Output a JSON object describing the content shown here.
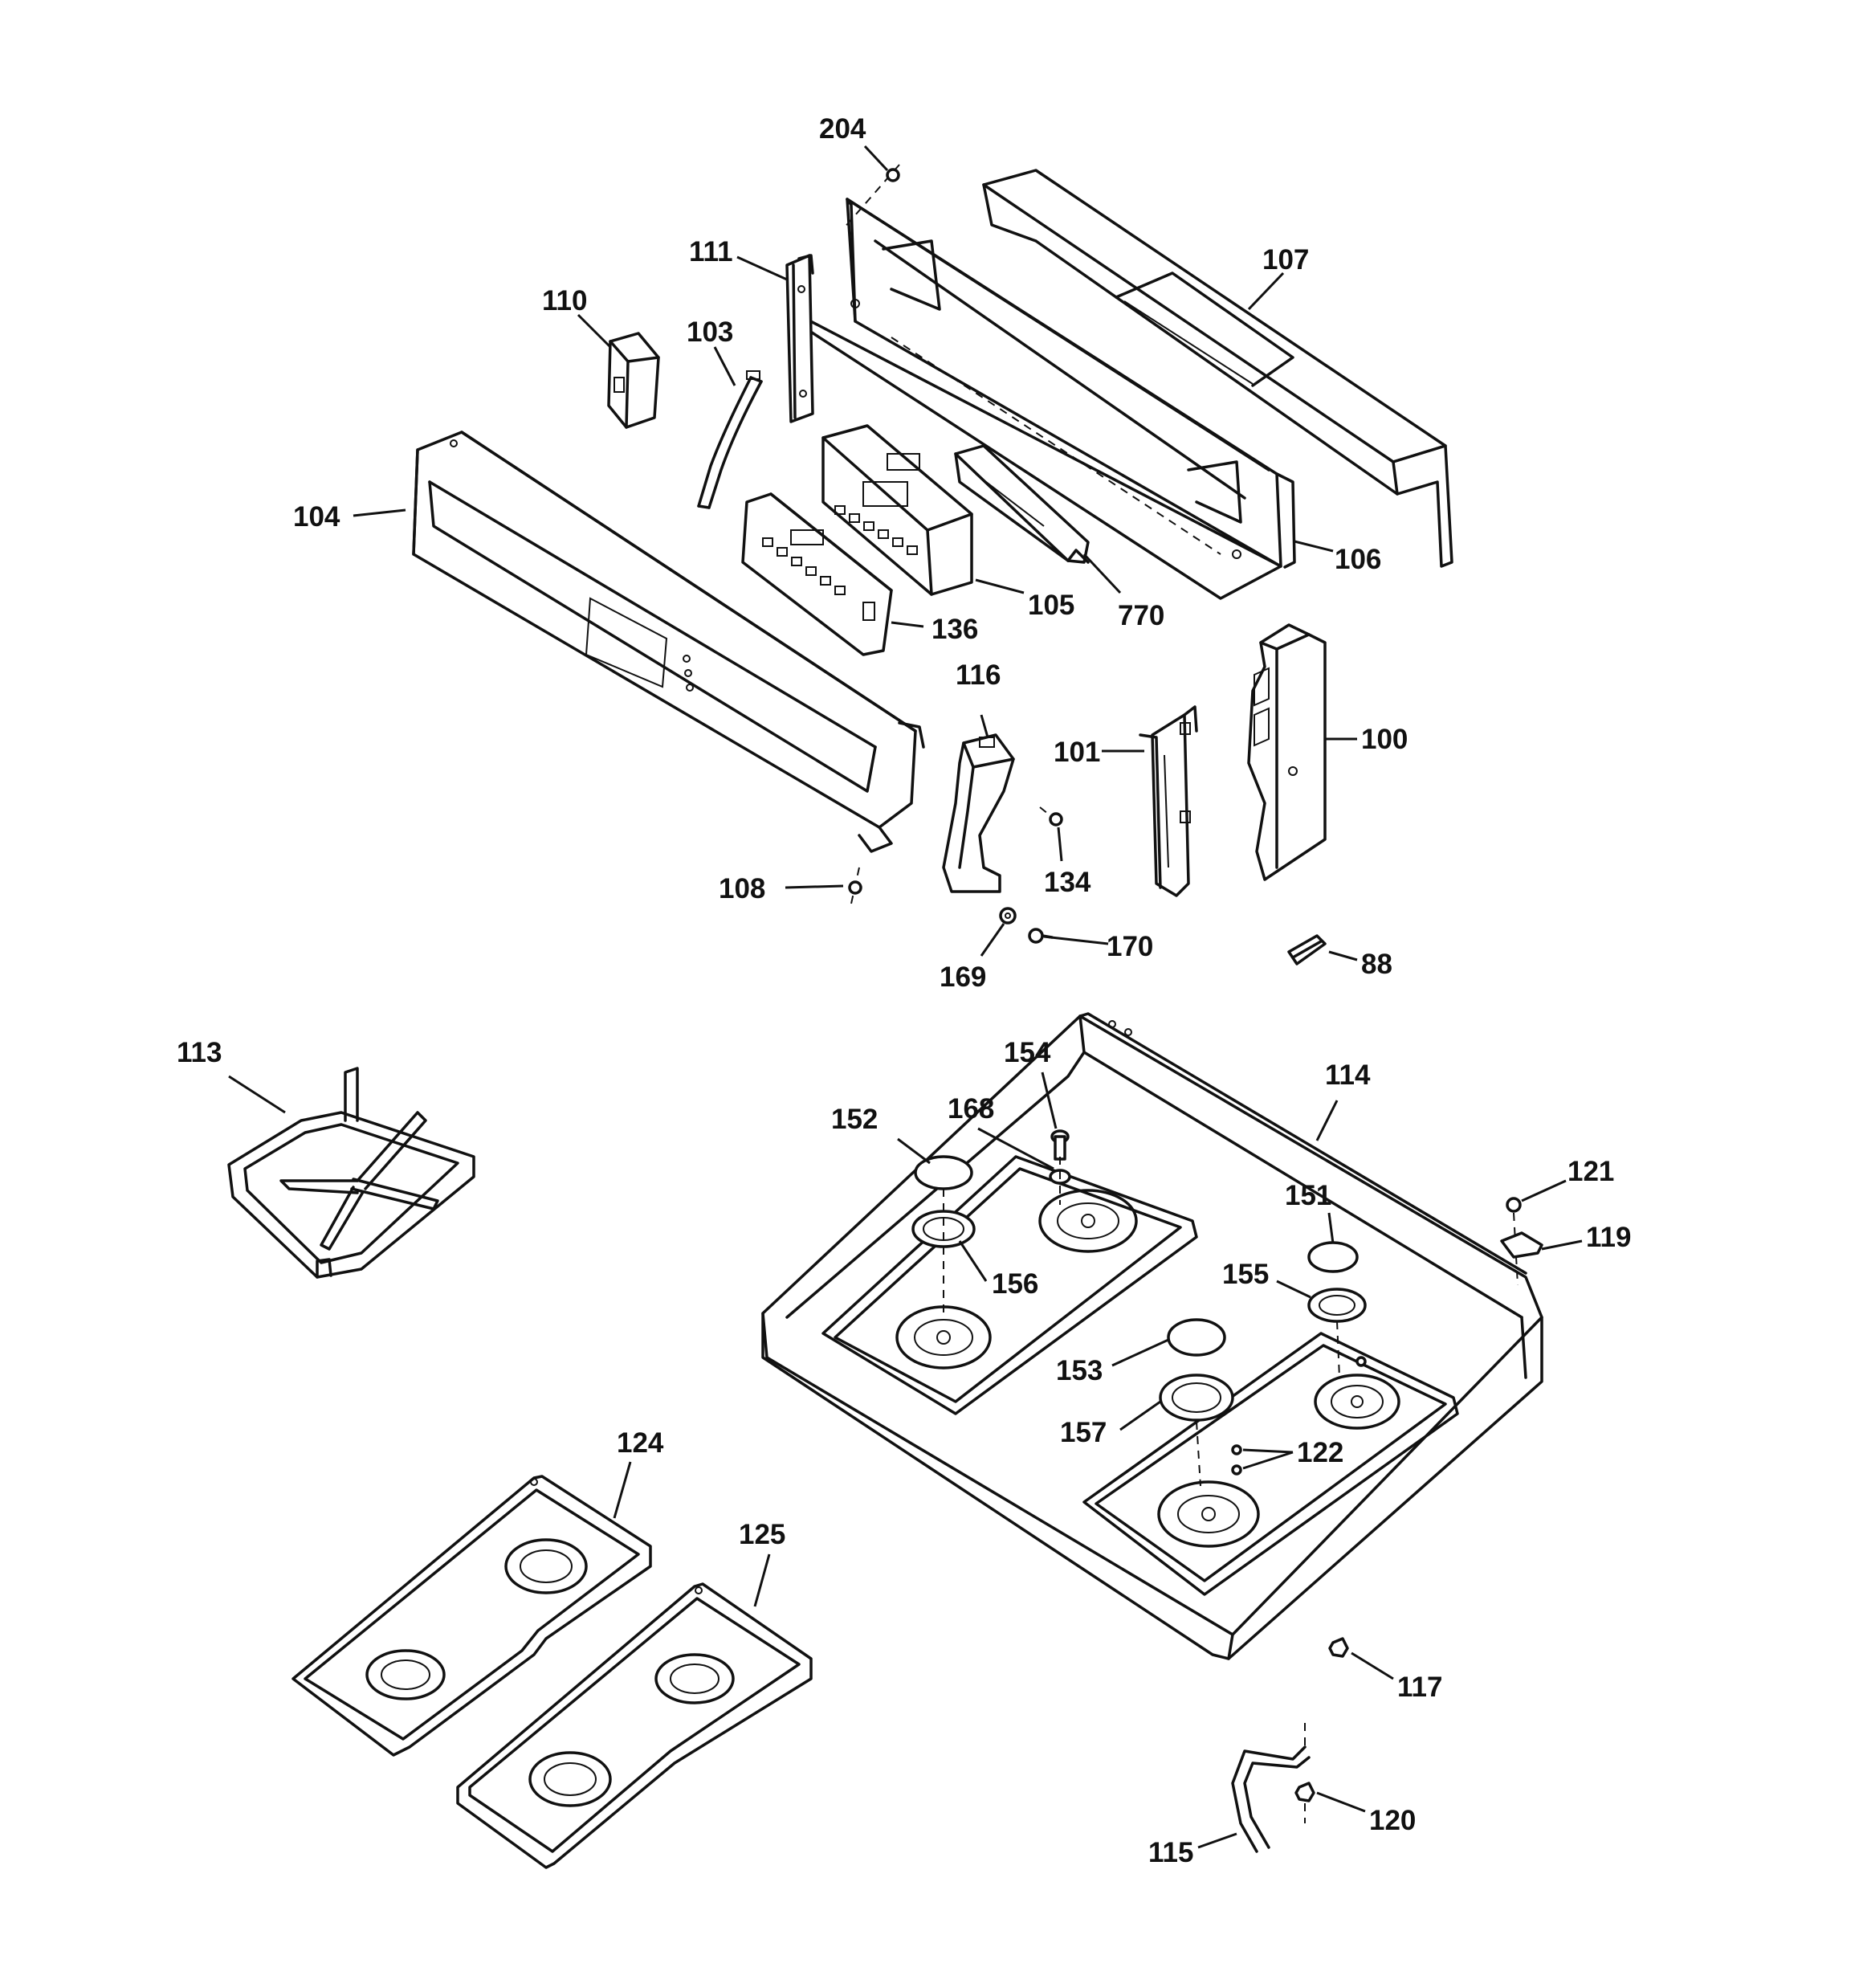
{
  "callouts": {
    "c204": "204",
    "c111": "111",
    "c107": "107",
    "c110": "110",
    "c103": "103",
    "c104": "104",
    "c106": "106",
    "c105": "105",
    "c770": "770",
    "c136": "136",
    "c116": "116",
    "c101": "101",
    "c100": "100",
    "c134": "134",
    "c108": "108",
    "c170": "170",
    "c169": "169",
    "c88": "88",
    "c113": "113",
    "c154": "154",
    "c114": "114",
    "c152": "152",
    "c168": "168",
    "c121": "121",
    "c151": "151",
    "c119": "119",
    "c155": "155",
    "c156": "156",
    "c153": "153",
    "c157": "157",
    "c122": "122",
    "c124": "124",
    "c125": "125",
    "c117": "117",
    "c120": "120",
    "c115": "115"
  }
}
